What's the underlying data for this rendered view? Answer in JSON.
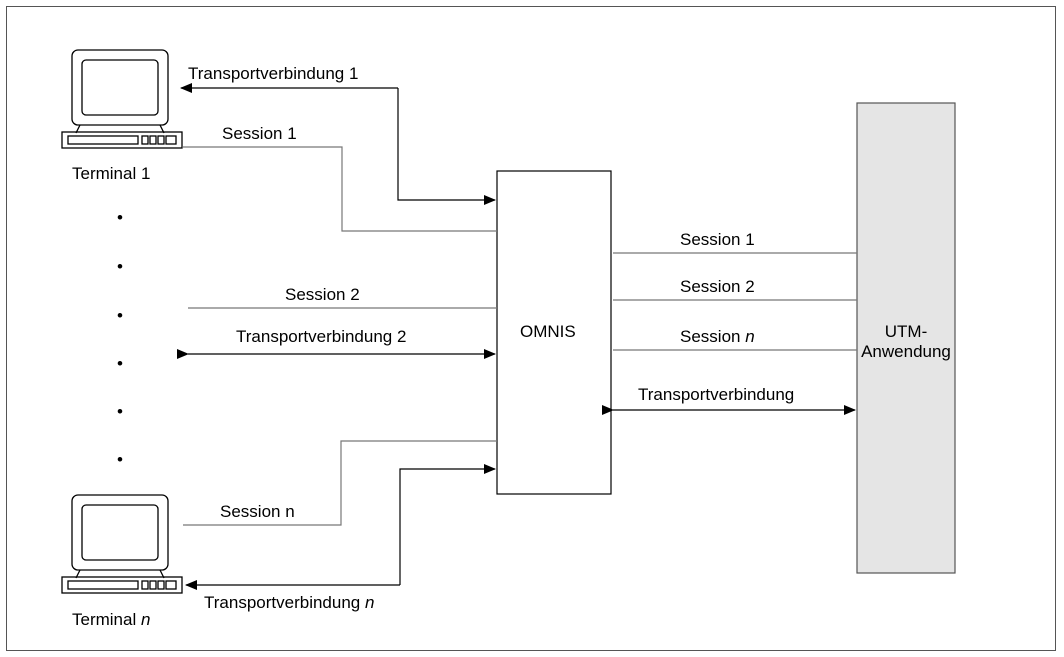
{
  "terminals": [
    {
      "label_main": "Terminal 1",
      "label_italic": ""
    },
    {
      "label_main": "Terminal ",
      "label_italic": "n"
    }
  ],
  "left": {
    "transport_1": {
      "main": "Transportverbindung 1",
      "italic": ""
    },
    "session_1": {
      "main": "Session 1",
      "italic": ""
    },
    "session_2": {
      "main": "Session 2",
      "italic": ""
    },
    "transport_2": {
      "main": "Transportverbindung 2",
      "italic": ""
    },
    "session_n": {
      "main": "Session n",
      "italic": ""
    },
    "transport_n": {
      "main": "Transportverbindung ",
      "italic": "n"
    }
  },
  "omnis": {
    "label": "OMNIS"
  },
  "right": {
    "session_1": {
      "main": "Session 1",
      "italic": ""
    },
    "session_2": {
      "main": "Session 2",
      "italic": ""
    },
    "session_n": {
      "main": "Session ",
      "italic": "n"
    },
    "transport": {
      "main": "Transportverbindung",
      "italic": ""
    }
  },
  "utm": {
    "line1": "UTM-",
    "line2": "Anwendung",
    "fill": "#e5e5e5"
  },
  "dots": [
    "•",
    "•",
    "•",
    "•",
    "•",
    "•"
  ]
}
